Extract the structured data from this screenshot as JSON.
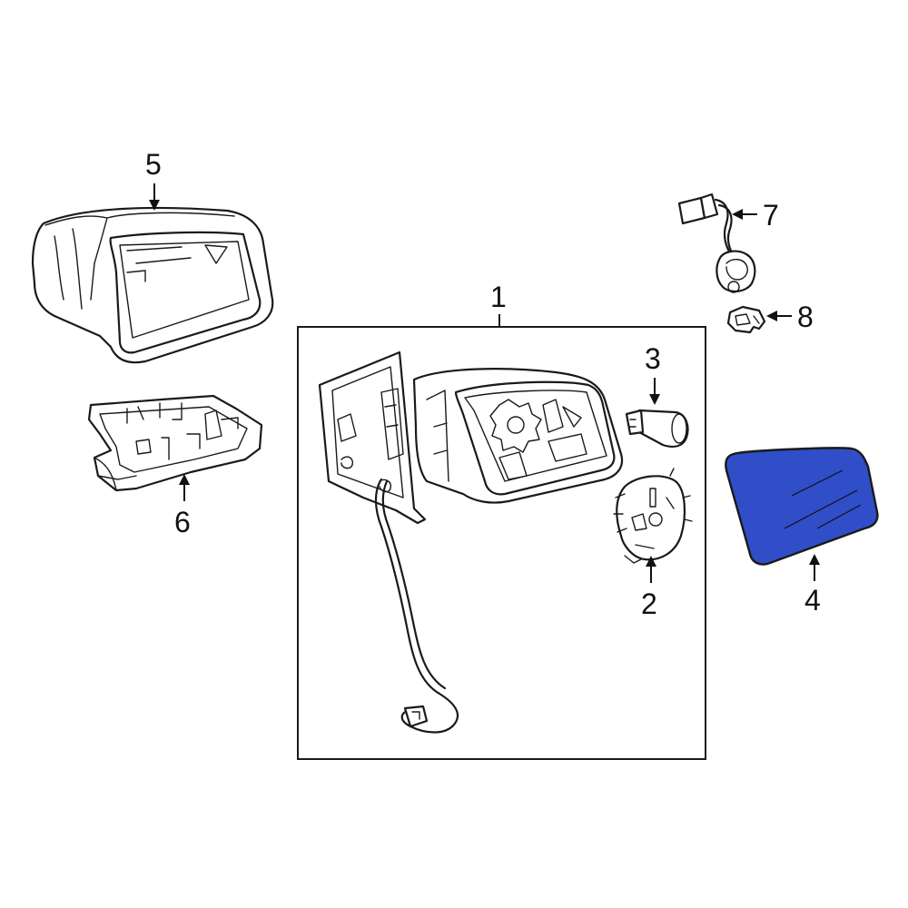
{
  "callouts": {
    "p1": "1",
    "p2": "2",
    "p3": "3",
    "p4": "4",
    "p5": "5",
    "p6": "6",
    "p7": "7",
    "p8": "8"
  },
  "colors": {
    "highlight_part_fill": "#2f4ec8",
    "highlight_part_stroke": "#1a1a1a",
    "line_color": "#1a1a1a",
    "background": "#ffffff"
  },
  "highlighted_part": "4"
}
